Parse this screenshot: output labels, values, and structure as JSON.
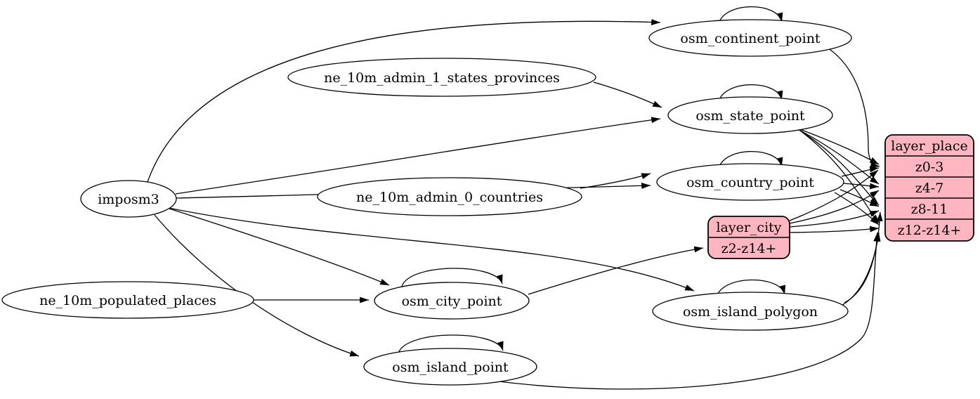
{
  "diagram": {
    "kind": "directed-graph",
    "colors": {
      "background": "#ffffff",
      "node_fill": "#ffffff",
      "record_fill": "#ffb6c1",
      "stroke": "#000000",
      "text": "#000000"
    }
  },
  "nodes": {
    "imposm3": {
      "label": "imposm3",
      "shape": "ellipse"
    },
    "ne_10m_admin_1_states_provinces": {
      "label": "ne_10m_admin_1_states_provinces",
      "shape": "ellipse"
    },
    "ne_10m_admin_0_countries": {
      "label": "ne_10m_admin_0_countries",
      "shape": "ellipse"
    },
    "ne_10m_populated_places": {
      "label": "ne_10m_populated_places",
      "shape": "ellipse"
    },
    "osm_continent_point": {
      "label": "osm_continent_point",
      "shape": "ellipse"
    },
    "osm_state_point": {
      "label": "osm_state_point",
      "shape": "ellipse"
    },
    "osm_country_point": {
      "label": "osm_country_point",
      "shape": "ellipse"
    },
    "osm_city_point": {
      "label": "osm_city_point",
      "shape": "ellipse"
    },
    "osm_island_polygon": {
      "label": "osm_island_polygon",
      "shape": "ellipse"
    },
    "osm_island_point": {
      "label": "osm_island_point",
      "shape": "ellipse"
    },
    "layer_city": {
      "label": "layer_city",
      "shape": "record",
      "rows": [
        "z2-z14+"
      ]
    },
    "layer_place": {
      "label": "layer_place",
      "shape": "record",
      "rows": [
        "z0-3",
        "z4-7",
        "z8-11",
        "z12-z14+"
      ]
    }
  },
  "edges": [
    {
      "from": "imposm3",
      "to": "osm_continent_point"
    },
    {
      "from": "imposm3",
      "to": "osm_state_point"
    },
    {
      "from": "imposm3",
      "to": "osm_country_point"
    },
    {
      "from": "imposm3",
      "to": "osm_city_point"
    },
    {
      "from": "imposm3",
      "to": "osm_island_polygon"
    },
    {
      "from": "imposm3",
      "to": "osm_island_point"
    },
    {
      "from": "ne_10m_admin_1_states_provinces",
      "to": "osm_state_point"
    },
    {
      "from": "ne_10m_admin_0_countries",
      "to": "osm_country_point"
    },
    {
      "from": "ne_10m_populated_places",
      "to": "osm_city_point"
    },
    {
      "from": "osm_continent_point",
      "to": "osm_continent_point"
    },
    {
      "from": "osm_state_point",
      "to": "osm_state_point"
    },
    {
      "from": "osm_country_point",
      "to": "osm_country_point"
    },
    {
      "from": "osm_city_point",
      "to": "osm_city_point"
    },
    {
      "from": "osm_island_polygon",
      "to": "osm_island_polygon"
    },
    {
      "from": "osm_island_point",
      "to": "osm_island_point"
    },
    {
      "from": "osm_city_point",
      "to": "layer_city:z2-z14+"
    },
    {
      "from": "osm_continent_point",
      "to": "layer_place:z0-3"
    },
    {
      "from": "osm_state_point",
      "to": "layer_place:z0-3"
    },
    {
      "from": "osm_state_point",
      "to": "layer_place:z4-7"
    },
    {
      "from": "osm_state_point",
      "to": "layer_place:z8-11"
    },
    {
      "from": "osm_state_point",
      "to": "layer_place:z12-z14+"
    },
    {
      "from": "osm_country_point",
      "to": "layer_place:z0-3"
    },
    {
      "from": "osm_country_point",
      "to": "layer_place:z4-7"
    },
    {
      "from": "osm_country_point",
      "to": "layer_place:z8-11"
    },
    {
      "from": "osm_country_point",
      "to": "layer_place:z12-z14+"
    },
    {
      "from": "layer_city",
      "to": "layer_place:z0-3"
    },
    {
      "from": "layer_city",
      "to": "layer_place:z4-7"
    },
    {
      "from": "layer_city",
      "to": "layer_place:z8-11"
    },
    {
      "from": "layer_city",
      "to": "layer_place:z12-z14+"
    },
    {
      "from": "osm_island_polygon",
      "to": "layer_place:z8-11"
    },
    {
      "from": "osm_island_polygon",
      "to": "layer_place:z12-z14+"
    },
    {
      "from": "osm_island_point",
      "to": "layer_place:z12-z14+"
    }
  ]
}
